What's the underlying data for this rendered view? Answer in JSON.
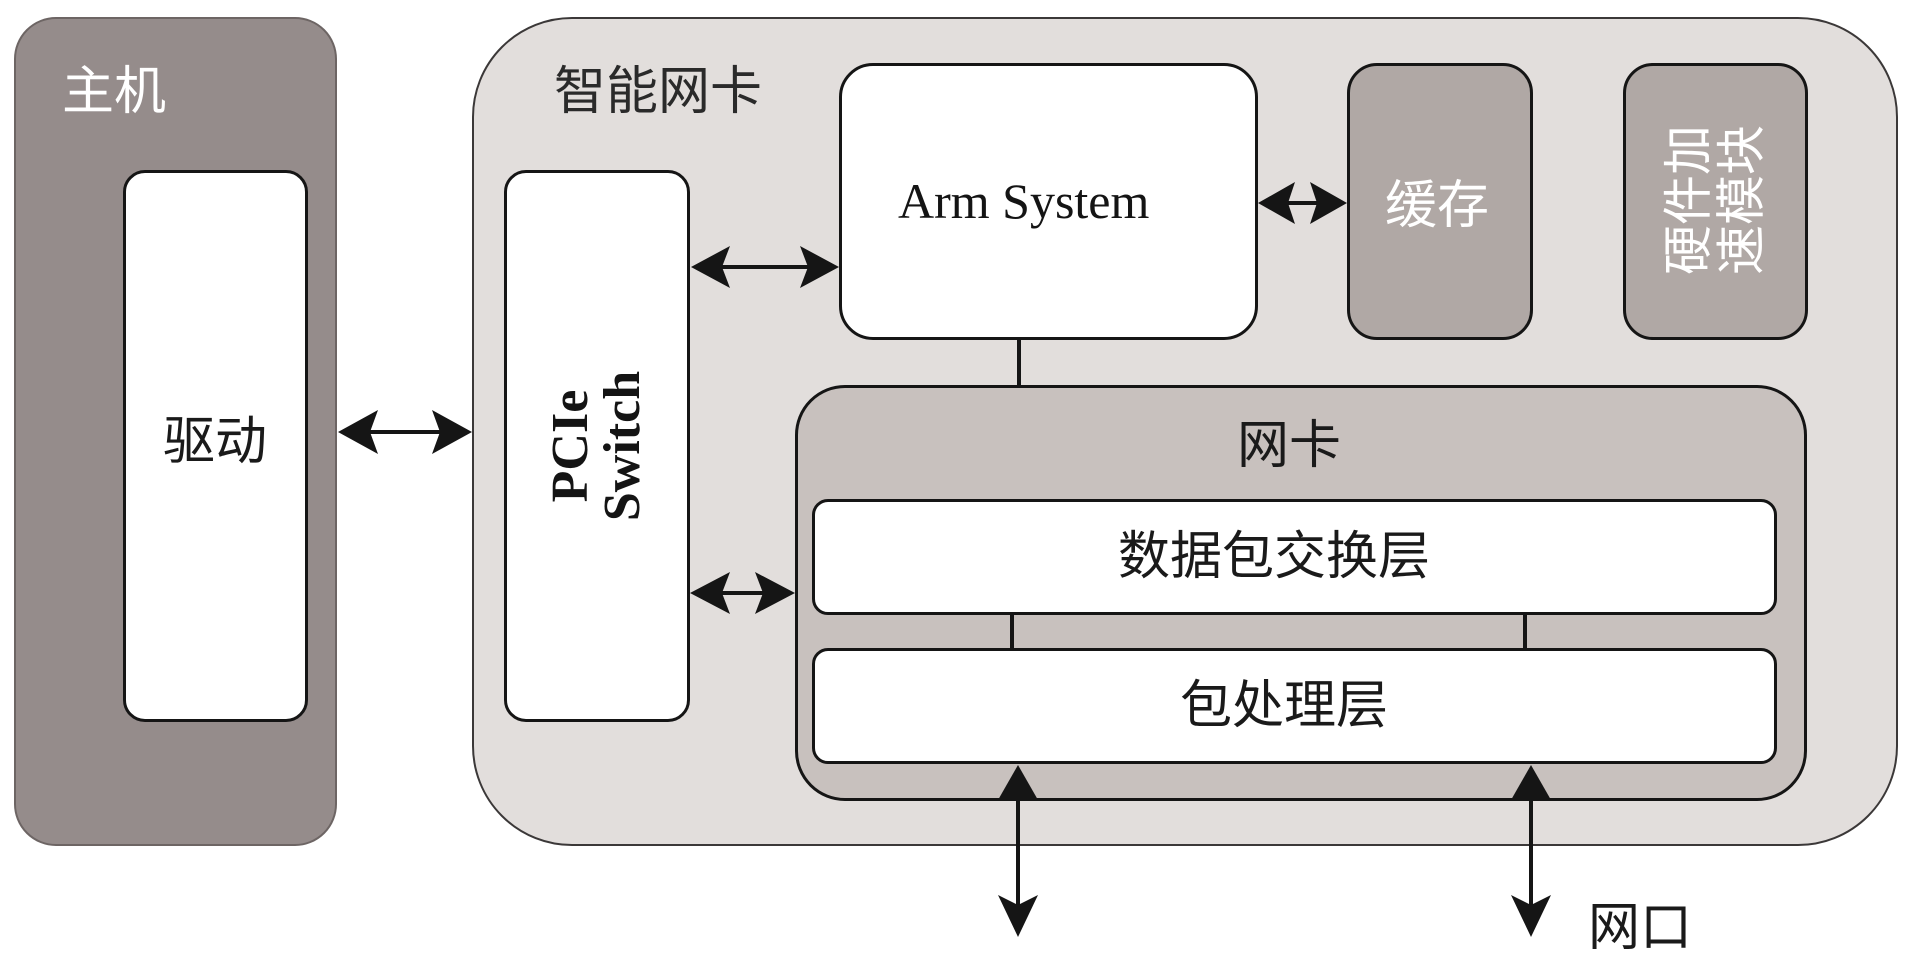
{
  "diagram": {
    "title": "智能网卡架构示意",
    "host": {
      "label": "主机",
      "driver_label": "驱动"
    },
    "smart_nic": {
      "label": "智能网卡",
      "pcie_switch": {
        "line1": "PCIe",
        "line2": "Switch"
      },
      "arm_system": "Arm System",
      "cache": "缓存",
      "hw_accel": {
        "line1": "硬件加",
        "line2": "速模块"
      },
      "nic": {
        "label": "网卡",
        "layers": [
          {
            "label": "数据包交换层"
          },
          {
            "label": "包处理层"
          }
        ]
      }
    },
    "port_label": "网口",
    "colors": {
      "host_fill": "#958c8b",
      "smart_nic_fill": "#e2dedc",
      "module_fill": "#b0a8a5",
      "nic_fill": "#c8c1be",
      "white_box": "#ffffff",
      "stroke": "#151515"
    },
    "connections": [
      {
        "from": "driver/host",
        "to": "pcie-switch",
        "type": "bidirectional"
      },
      {
        "from": "pcie-switch",
        "to": "arm-system",
        "type": "bidirectional"
      },
      {
        "from": "arm-system",
        "to": "cache",
        "type": "bidirectional"
      },
      {
        "from": "pcie-switch",
        "to": "nic",
        "type": "bidirectional"
      },
      {
        "from": "arm-system",
        "to": "nic",
        "type": "line"
      },
      {
        "from": "packet-switch-layer",
        "to": "packet-processing-layer",
        "type": "line",
        "count": 2
      },
      {
        "from": "packet-processing-layer",
        "to": "network-port",
        "type": "bidirectional",
        "count": 2
      }
    ]
  }
}
